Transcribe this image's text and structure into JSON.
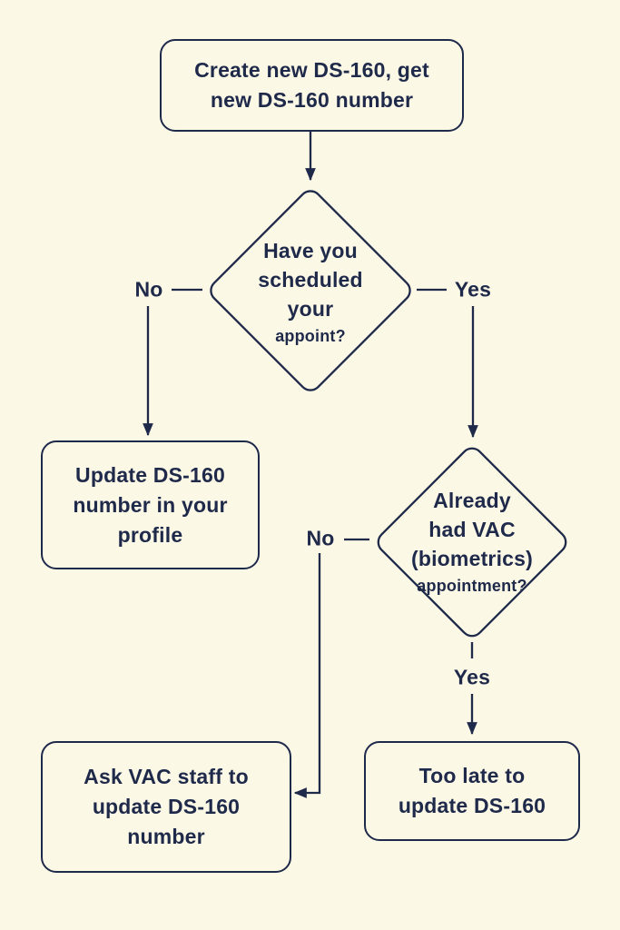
{
  "theme": {
    "background": "#FCF8E6",
    "ink": "#1F2A4B"
  },
  "flowchart": {
    "title": "DS-160 update decision flowchart",
    "nodes": {
      "create": {
        "type": "process",
        "text": "Create new DS-160, get new DS-160 number",
        "lines": [
          "Create new DS-160, get",
          "new DS-160 number"
        ]
      },
      "scheduled": {
        "type": "decision",
        "text": "Have you scheduled your appoint?",
        "lines": [
          "Have you",
          "scheduled",
          "your"
        ],
        "small_line": "appoint?"
      },
      "update_profile": {
        "type": "process",
        "text": "Update DS-160 number in your profile",
        "lines": [
          "Update DS-160",
          "number in your",
          "profile"
        ]
      },
      "had_vac": {
        "type": "decision",
        "text": "Already had VAC (biometrics) appointment?",
        "lines": [
          "Already",
          "had VAC",
          "(biometrics)"
        ],
        "small_line": "appointment?"
      },
      "ask_vac": {
        "type": "process",
        "text": "Ask VAC staff to update DS-160 number",
        "lines": [
          "Ask VAC staff to",
          "update DS-160",
          "number"
        ]
      },
      "too_late": {
        "type": "process",
        "text": "Too late to update DS-160",
        "lines": [
          "Too late to",
          "update DS-160"
        ]
      }
    },
    "edge_labels": {
      "scheduled_no": "No",
      "scheduled_yes": "Yes",
      "had_vac_no": "No",
      "had_vac_yes": "Yes"
    }
  }
}
